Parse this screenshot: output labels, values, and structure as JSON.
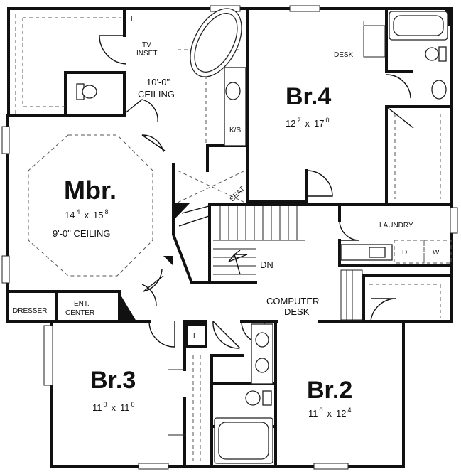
{
  "rooms": {
    "master": {
      "name": "Mbr.",
      "dims": "14 4 x 15 8",
      "dim_w": "14",
      "dim_w_sup": "4",
      "dim_x": "x",
      "dim_h": "15",
      "dim_h_sup": "8",
      "ceiling": "9'-0\" CEILING"
    },
    "br4": {
      "name": "Br.4",
      "dim_w": "12",
      "dim_w_sup": "2",
      "dim_x": "x",
      "dim_h": "17",
      "dim_h_sup": "0"
    },
    "br3": {
      "name": "Br.3",
      "dim_w": "11",
      "dim_w_sup": "0",
      "dim_x": "x",
      "dim_h": "11",
      "dim_h_sup": "0"
    },
    "br2": {
      "name": "Br.2",
      "dim_w": "11",
      "dim_w_sup": "0",
      "dim_x": "x",
      "dim_h": "12",
      "dim_h_sup": "4"
    }
  },
  "labels": {
    "bath_ceiling_1": "10'-0\"",
    "bath_ceiling_2": "CEILING",
    "tv_1": "TV",
    "tv_2": "INSET",
    "linen_top": "L",
    "linen_hall": "L",
    "ks": "K/S",
    "seat": "SEAT",
    "desk": "DESK",
    "laundry": "LAUNDRY",
    "dryer": "D",
    "washer": "W",
    "stair_dn": "DN",
    "computer_1": "COMPUTER",
    "computer_2": "DESK",
    "dresser": "DRESSER",
    "ent_1": "ENT.",
    "ent_2": "CENTER"
  }
}
